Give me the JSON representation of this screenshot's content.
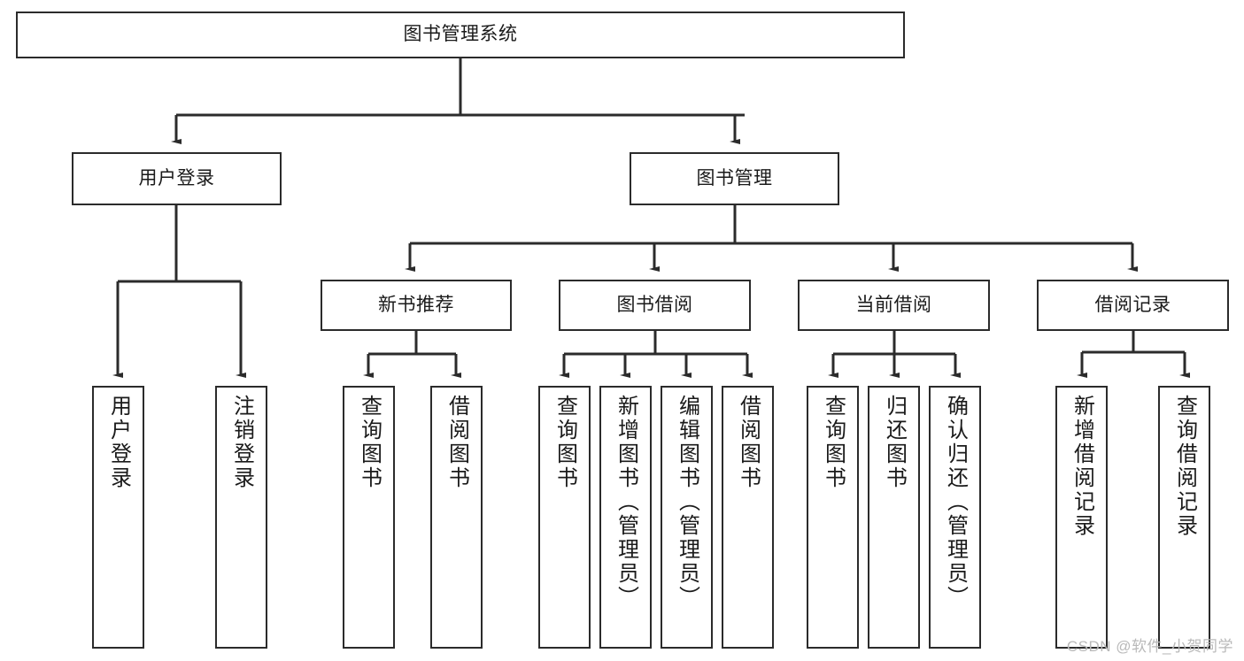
{
  "diagram": {
    "title": "图书管理系统",
    "type": "hierarchy-tree",
    "watermark": "CSDN @软件_小贺同学",
    "colors": {
      "background": "#ffffff",
      "box_border": "#2b2b2b",
      "box_fill": "#ffffff",
      "connector": "#2b2b2b",
      "text": "#1a1a1a",
      "watermark_text": "#b9b9b9"
    },
    "nodes": {
      "root": {
        "label": "图书管理系统"
      },
      "level2": [
        {
          "label": "用户登录"
        },
        {
          "label": "图书管理"
        }
      ],
      "level3": [
        {
          "label": "新书推荐"
        },
        {
          "label": "图书借阅"
        },
        {
          "label": "当前借阅"
        },
        {
          "label": "借阅记录"
        }
      ],
      "leaves_user_login": [
        {
          "label": "用户登录"
        },
        {
          "label": "注销登录"
        }
      ],
      "leaves_new_book": [
        {
          "label": "查询图书"
        },
        {
          "label": "借阅图书"
        }
      ],
      "leaves_borrow": [
        {
          "label": "查询图书"
        },
        {
          "label": "新增图书（管理员）"
        },
        {
          "label": "编辑图书（管理员）"
        },
        {
          "label": "借阅图书"
        }
      ],
      "leaves_current": [
        {
          "label": "查询图书"
        },
        {
          "label": "归还图书"
        },
        {
          "label": "确认归还（管理员）"
        }
      ],
      "leaves_record": [
        {
          "label": "新增借阅记录"
        },
        {
          "label": "查询借阅记录"
        }
      ]
    }
  }
}
